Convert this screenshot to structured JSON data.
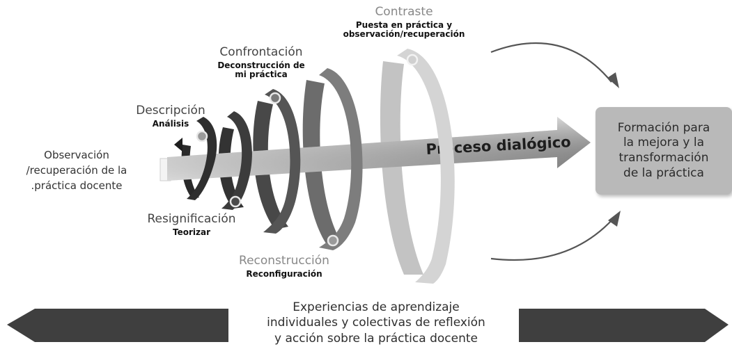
{
  "stages": {
    "contraste": {
      "title": "Contraste",
      "subtitle_1": "Puesta en práctica y",
      "subtitle_2": "observación/recuperación"
    },
    "confrontacion": {
      "title": "Confrontación",
      "subtitle_1": "Deconstrucción de",
      "subtitle_2": "mi práctica"
    },
    "descripcion": {
      "title": "Descripción",
      "subtitle": "Análisis"
    },
    "resignificacion": {
      "title": "Resignificación",
      "subtitle": "Teorizar"
    },
    "reconstruccion": {
      "title": "Reconstrucción",
      "subtitle": "Reconfiguración"
    }
  },
  "observacion": {
    "line_1": "Observación",
    "line_2": "/recuperación de la",
    "line_3": ".práctica docente"
  },
  "center_arrow_label": "Proceso dialógico",
  "goal": {
    "text": "Formación para\nla mejora y la\ntransformación\nde la práctica"
  },
  "bottom": {
    "text": "Experiencias de aprendizaje\nindividuales y colectivas de reflexión\ny acción sobre la práctica docente"
  },
  "colors": {
    "band_darkest": "#2f2f2f",
    "band_dark": "#3c3c3c",
    "band_mid": "#555555",
    "band_light": "#7d7d7d",
    "band_lightest": "#d4d4d4",
    "goal_box": "#b9b9b9",
    "bottom_arrows": "#3f3f3f"
  }
}
